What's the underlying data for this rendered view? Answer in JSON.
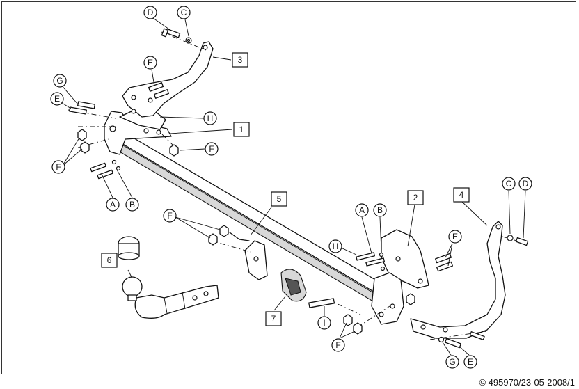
{
  "callouts": {
    "d_top": "D",
    "c_top": "C",
    "e_upper": "E",
    "g_left": "G",
    "e_left": "E",
    "h_upper": "H",
    "f_mid": "F",
    "f_left": "F",
    "a_left": "A",
    "b_left": "B",
    "f_center": "F",
    "a_right": "A",
    "b_right": "B",
    "h_right": "H",
    "e_right": "E",
    "c_right": "C",
    "d_right": "D",
    "i_bottom": "I",
    "f_bottom": "F",
    "g_bottom": "G",
    "e_bottom": "E"
  },
  "part_labels": {
    "p1": "1",
    "p2": "2",
    "p3": "3",
    "p4": "4",
    "p5": "5",
    "p6": "6",
    "p7": "7"
  },
  "footer": {
    "copyright": "© 495970/23-05-2008/1"
  }
}
